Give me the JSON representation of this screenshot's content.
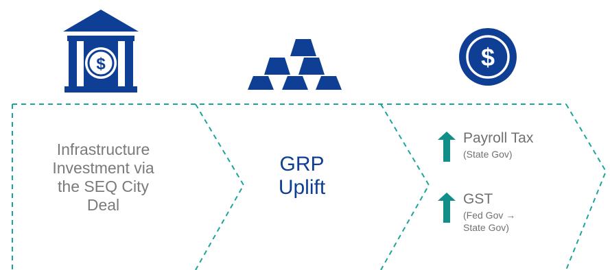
{
  "steps": [
    {
      "icon": "bank-icon",
      "label": "Infrastructure Investment via the SEQ City Deal",
      "lines": [
        "Infrastructure",
        "Investment via",
        "the SEQ City",
        "Deal"
      ]
    },
    {
      "icon": "gold-bars-icon",
      "label": "GRP Uplift",
      "lines": [
        "GRP",
        "Uplift"
      ]
    },
    {
      "icon": "dollar-circle-icon",
      "items": [
        {
          "title": "Payroll Tax",
          "subtitle_lines": [
            "(State Gov)"
          ],
          "trend": "up"
        },
        {
          "title": "GST",
          "subtitle_lines": [
            "(Fed Gov →",
            "State Gov)"
          ],
          "trend": "up"
        }
      ]
    }
  ],
  "colors": {
    "icon_primary": "#0f3f95",
    "text_primary": "#7a7a7a",
    "accent_blue": "#0f3f95",
    "arrow_teal": "#0f8f87",
    "dash_teal": "#1aa59b"
  },
  "icons": {
    "bank": "bank-icon",
    "gold": "gold-bars-icon",
    "dollar": "dollar-circle-icon",
    "trend": "up-arrow-icon"
  }
}
